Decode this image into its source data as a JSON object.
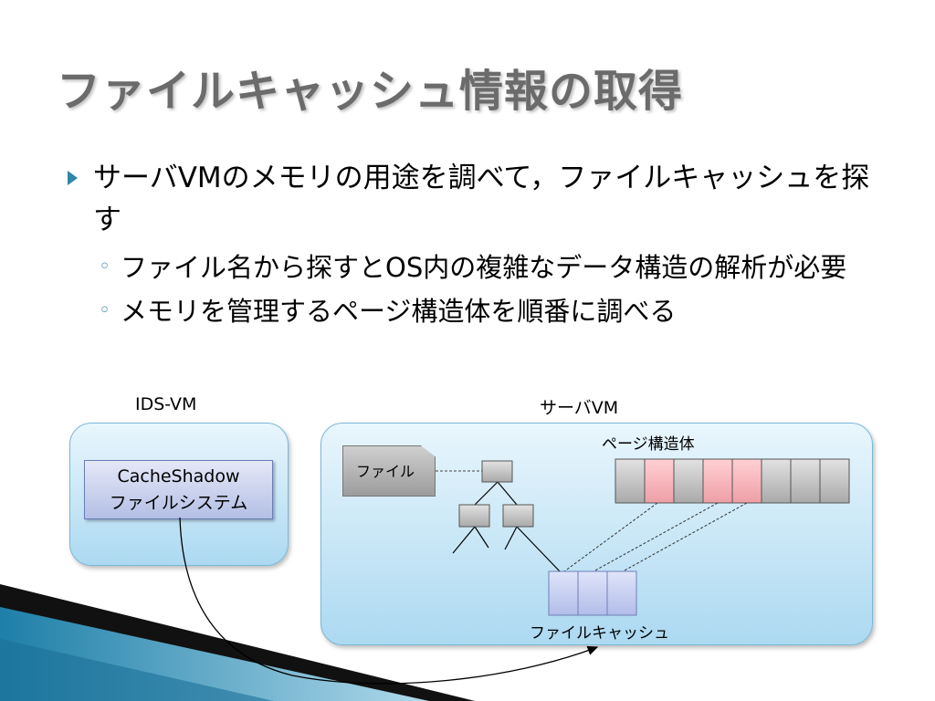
{
  "slide": {
    "title": "ファイルキャッシュ情報の取得",
    "bullet1": "サーバVMのメモリの用途を調べて，ファイルキャッシュを探す",
    "sub1": "ファイル名から探すとOS内の複雑なデータ構造の解析が必要",
    "sub2": "メモリを管理するページ構造体を順番に調べる"
  },
  "diagram": {
    "ids_vm_label": "IDS-VM",
    "server_vm_label": "サーバVM",
    "cacheshadow_line1": "CacheShadow",
    "cacheshadow_line2": "ファイルシステム",
    "file_label": "ファイル",
    "page_struct_label": "ページ構造体",
    "file_cache_label": "ファイルキャッシュ",
    "colors": {
      "page_gray": "#b5b5b5",
      "page_pink": "#f2b0b6",
      "cache_blue": "#c3caee"
    }
  }
}
